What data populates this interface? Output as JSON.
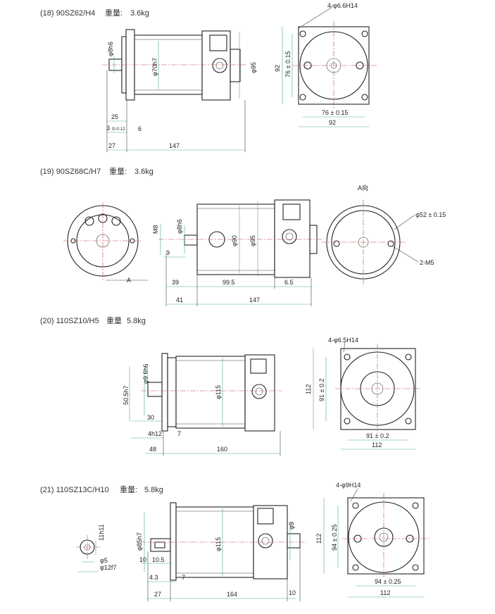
{
  "sections": [
    {
      "title": "(18) 90SZ62/H4",
      "weight_label": "重量:",
      "weight": "3.6kg",
      "side_dims": {
        "shaft_dia": "φ8h6",
        "flange_spigot": "φ70h7",
        "body_dia": "φ95",
        "d25": "25",
        "d3": "3",
        "tol3": "0/-0.12",
        "d6": "6",
        "d27": "27",
        "d147": "147"
      },
      "end_dims": {
        "holes": "4-φ6.6H14",
        "v_span": "76 ± 0.15",
        "v_total": "92",
        "h_span": "76 ± 0.15",
        "h_total": "92"
      }
    },
    {
      "title": "(19) 90SZ68C/H7",
      "weight_label": "重量:",
      "weight": "3.6kg",
      "view_a_label": "A",
      "side_dims": {
        "m8": "M8",
        "shaft_dia": "φ8h6",
        "d9": "9",
        "body_inner": "φ90",
        "body_dia": "φ95",
        "d39": "39",
        "d995": "99.5",
        "d65": "6.5",
        "d41": "41",
        "d147": "147"
      },
      "end_dims": {
        "view_title": "A向",
        "bolt_circle": "φ52 ± 0.15",
        "threads": "2-M5"
      }
    },
    {
      "title": "(20) 110SZ10/H5",
      "weight_label": "重量",
      "weight": "5.8kg",
      "side_dims": {
        "shaft_dia": "φ9.6h6",
        "spigot": "50.5h7",
        "body_dia": "φ115",
        "d30": "30",
        "d4": "4h12",
        "d7": "7",
        "d48": "48",
        "d160": "160"
      },
      "end_dims": {
        "holes": "4-φ6.5H14",
        "v_span": "91 ± 0.2",
        "v_total": "112",
        "h_span": "91 ± 0.2",
        "h_total": "112"
      }
    },
    {
      "title": "(21) 110SZ13C/H10",
      "weight_label": "重量:",
      "weight": "5.8kg",
      "shaft_dims": {
        "key": "11h11",
        "d5": "φ5",
        "d12": "φ12f7"
      },
      "side_dims": {
        "spigot": "φ85h7",
        "body_dia": "φ115",
        "d9": "φ9",
        "d10": "10",
        "d105": "10.5",
        "d43": "4.3",
        "d7": "7",
        "d27": "27",
        "d164": "164",
        "d10b": "10"
      },
      "end_dims": {
        "holes": "4-φ9H14",
        "v_span": "94 ± 0.25",
        "v_total": "112",
        "h_span": "94 ± 0.25",
        "h_total": "112"
      }
    }
  ]
}
